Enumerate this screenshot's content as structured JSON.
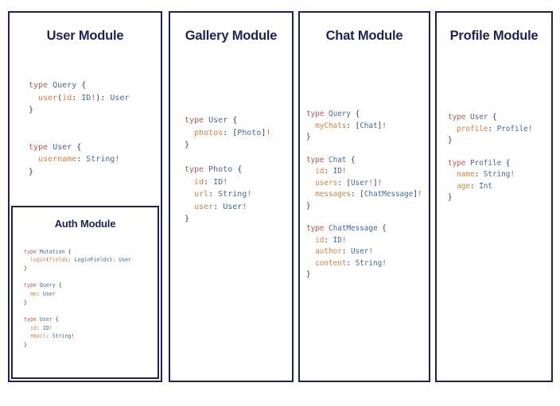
{
  "diagram": {
    "type": "graphql-schema-modules",
    "background": "#ffffff",
    "border_color": "#1f2158",
    "colors": {
      "keyword": "#c4564e",
      "type_name": "#4169b0",
      "field_name": "#e08139",
      "punctuation": "#3a3a46",
      "non_null": "#c4564e",
      "title": "#1f2158"
    }
  },
  "panels": [
    {
      "id": "user",
      "title": "User Module",
      "code_lines": [
        [
          {
            "t": "type",
            "c": "kw"
          },
          {
            "t": " ",
            "c": "punc"
          },
          {
            "t": "Query",
            "c": "type"
          },
          {
            "t": " {",
            "c": "punc"
          }
        ],
        [
          {
            "t": "  ",
            "c": "punc"
          },
          {
            "t": "user",
            "c": "field"
          },
          {
            "t": "(",
            "c": "punc"
          },
          {
            "t": "id",
            "c": "field"
          },
          {
            "t": ": ",
            "c": "punc"
          },
          {
            "t": "ID",
            "c": "type"
          },
          {
            "t": "!",
            "c": "bang"
          },
          {
            "t": "): ",
            "c": "punc"
          },
          {
            "t": "User",
            "c": "type"
          }
        ],
        [
          {
            "t": "}",
            "c": "punc"
          }
        ],
        [
          {
            "t": "",
            "c": "punc"
          }
        ],
        [
          {
            "t": "",
            "c": "punc"
          }
        ],
        [
          {
            "t": "type",
            "c": "kw"
          },
          {
            "t": " ",
            "c": "punc"
          },
          {
            "t": "User",
            "c": "type"
          },
          {
            "t": " {",
            "c": "punc"
          }
        ],
        [
          {
            "t": "  ",
            "c": "punc"
          },
          {
            "t": "username",
            "c": "field"
          },
          {
            "t": ": ",
            "c": "punc"
          },
          {
            "t": "String",
            "c": "type"
          },
          {
            "t": "!",
            "c": "bang"
          }
        ],
        [
          {
            "t": "}",
            "c": "punc"
          }
        ]
      ],
      "nested": {
        "id": "auth",
        "title": "Auth Module",
        "code_lines": [
          [
            {
              "t": "type",
              "c": "kw"
            },
            {
              "t": " ",
              "c": "punc"
            },
            {
              "t": "Mutation",
              "c": "type"
            },
            {
              "t": " {",
              "c": "punc"
            }
          ],
          [
            {
              "t": "  ",
              "c": "punc"
            },
            {
              "t": "login",
              "c": "field"
            },
            {
              "t": "(",
              "c": "punc"
            },
            {
              "t": "fields",
              "c": "field"
            },
            {
              "t": ": ",
              "c": "punc"
            },
            {
              "t": "LoginFields",
              "c": "type"
            },
            {
              "t": "): ",
              "c": "punc"
            },
            {
              "t": "User",
              "c": "type"
            }
          ],
          [
            {
              "t": "}",
              "c": "punc"
            }
          ],
          [
            {
              "t": "",
              "c": "punc"
            }
          ],
          [
            {
              "t": "type",
              "c": "kw"
            },
            {
              "t": " ",
              "c": "punc"
            },
            {
              "t": "Query",
              "c": "type"
            },
            {
              "t": " {",
              "c": "punc"
            }
          ],
          [
            {
              "t": "  ",
              "c": "punc"
            },
            {
              "t": "me",
              "c": "field"
            },
            {
              "t": ": ",
              "c": "punc"
            },
            {
              "t": "User",
              "c": "type"
            }
          ],
          [
            {
              "t": "}",
              "c": "punc"
            }
          ],
          [
            {
              "t": "",
              "c": "punc"
            }
          ],
          [
            {
              "t": "type",
              "c": "kw"
            },
            {
              "t": " ",
              "c": "punc"
            },
            {
              "t": "User",
              "c": "type"
            },
            {
              "t": " {",
              "c": "punc"
            }
          ],
          [
            {
              "t": "  ",
              "c": "punc"
            },
            {
              "t": "id",
              "c": "field"
            },
            {
              "t": ": ",
              "c": "punc"
            },
            {
              "t": "ID",
              "c": "type"
            },
            {
              "t": "!",
              "c": "bang"
            }
          ],
          [
            {
              "t": "  ",
              "c": "punc"
            },
            {
              "t": "email",
              "c": "field"
            },
            {
              "t": ": ",
              "c": "punc"
            },
            {
              "t": "String",
              "c": "type"
            },
            {
              "t": "!",
              "c": "bang"
            }
          ],
          [
            {
              "t": "}",
              "c": "punc"
            }
          ]
        ]
      }
    },
    {
      "id": "gallery",
      "title": "Gallery Module",
      "code_lines": [
        [
          {
            "t": "type",
            "c": "kw"
          },
          {
            "t": " ",
            "c": "punc"
          },
          {
            "t": "User",
            "c": "type"
          },
          {
            "t": " {",
            "c": "punc"
          }
        ],
        [
          {
            "t": "  ",
            "c": "punc"
          },
          {
            "t": "photos",
            "c": "field"
          },
          {
            "t": ": [",
            "c": "punc"
          },
          {
            "t": "Photo",
            "c": "type"
          },
          {
            "t": "]",
            "c": "punc"
          },
          {
            "t": "!",
            "c": "bang"
          }
        ],
        [
          {
            "t": "}",
            "c": "punc"
          }
        ],
        [
          {
            "t": "",
            "c": "punc"
          }
        ],
        [
          {
            "t": "type",
            "c": "kw"
          },
          {
            "t": " ",
            "c": "punc"
          },
          {
            "t": "Photo",
            "c": "type"
          },
          {
            "t": " {",
            "c": "punc"
          }
        ],
        [
          {
            "t": "  ",
            "c": "punc"
          },
          {
            "t": "id",
            "c": "field"
          },
          {
            "t": ": ",
            "c": "punc"
          },
          {
            "t": "ID",
            "c": "type"
          },
          {
            "t": "!",
            "c": "bang"
          }
        ],
        [
          {
            "t": "  ",
            "c": "punc"
          },
          {
            "t": "url",
            "c": "field"
          },
          {
            "t": ": ",
            "c": "punc"
          },
          {
            "t": "String",
            "c": "type"
          },
          {
            "t": "!",
            "c": "bang"
          }
        ],
        [
          {
            "t": "  ",
            "c": "punc"
          },
          {
            "t": "user",
            "c": "field"
          },
          {
            "t": ": ",
            "c": "punc"
          },
          {
            "t": "User",
            "c": "type"
          },
          {
            "t": "!",
            "c": "bang"
          }
        ],
        [
          {
            "t": "}",
            "c": "punc"
          }
        ]
      ]
    },
    {
      "id": "chat",
      "title": "Chat Module",
      "code_lines": [
        [
          {
            "t": "type",
            "c": "kw"
          },
          {
            "t": " ",
            "c": "punc"
          },
          {
            "t": "Query",
            "c": "type"
          },
          {
            "t": " {",
            "c": "punc"
          }
        ],
        [
          {
            "t": "  ",
            "c": "punc"
          },
          {
            "t": "myChats",
            "c": "field"
          },
          {
            "t": ": [",
            "c": "punc"
          },
          {
            "t": "Chat",
            "c": "type"
          },
          {
            "t": "]",
            "c": "punc"
          },
          {
            "t": "!",
            "c": "bang"
          }
        ],
        [
          {
            "t": "}",
            "c": "punc"
          }
        ],
        [
          {
            "t": "",
            "c": "punc"
          }
        ],
        [
          {
            "t": "type",
            "c": "kw"
          },
          {
            "t": " ",
            "c": "punc"
          },
          {
            "t": "Chat",
            "c": "type"
          },
          {
            "t": " {",
            "c": "punc"
          }
        ],
        [
          {
            "t": "  ",
            "c": "punc"
          },
          {
            "t": "id",
            "c": "field"
          },
          {
            "t": ": ",
            "c": "punc"
          },
          {
            "t": "ID",
            "c": "type"
          },
          {
            "t": "!",
            "c": "bang"
          }
        ],
        [
          {
            "t": "  ",
            "c": "punc"
          },
          {
            "t": "users",
            "c": "field"
          },
          {
            "t": ": [",
            "c": "punc"
          },
          {
            "t": "User",
            "c": "type"
          },
          {
            "t": "!",
            "c": "bang"
          },
          {
            "t": "]",
            "c": "punc"
          },
          {
            "t": "!",
            "c": "bang"
          }
        ],
        [
          {
            "t": "  ",
            "c": "punc"
          },
          {
            "t": "messages",
            "c": "field"
          },
          {
            "t": ": [",
            "c": "punc"
          },
          {
            "t": "ChatMessage",
            "c": "type"
          },
          {
            "t": "]",
            "c": "punc"
          },
          {
            "t": "!",
            "c": "bang"
          }
        ],
        [
          {
            "t": "}",
            "c": "punc"
          }
        ],
        [
          {
            "t": "",
            "c": "punc"
          }
        ],
        [
          {
            "t": "type",
            "c": "kw"
          },
          {
            "t": " ",
            "c": "punc"
          },
          {
            "t": "ChatMessage",
            "c": "type"
          },
          {
            "t": " {",
            "c": "punc"
          }
        ],
        [
          {
            "t": "  ",
            "c": "punc"
          },
          {
            "t": "id",
            "c": "field"
          },
          {
            "t": ": ",
            "c": "punc"
          },
          {
            "t": "ID",
            "c": "type"
          },
          {
            "t": "!",
            "c": "bang"
          }
        ],
        [
          {
            "t": "  ",
            "c": "punc"
          },
          {
            "t": "author",
            "c": "field"
          },
          {
            "t": ": ",
            "c": "punc"
          },
          {
            "t": "User",
            "c": "type"
          },
          {
            "t": "!",
            "c": "bang"
          }
        ],
        [
          {
            "t": "  ",
            "c": "punc"
          },
          {
            "t": "content",
            "c": "field"
          },
          {
            "t": ": ",
            "c": "punc"
          },
          {
            "t": "String",
            "c": "type"
          },
          {
            "t": "!",
            "c": "bang"
          }
        ],
        [
          {
            "t": "}",
            "c": "punc"
          }
        ]
      ]
    },
    {
      "id": "profile",
      "title": "Profile Module",
      "code_lines": [
        [
          {
            "t": "type",
            "c": "kw"
          },
          {
            "t": " ",
            "c": "punc"
          },
          {
            "t": "User",
            "c": "type"
          },
          {
            "t": " {",
            "c": "punc"
          }
        ],
        [
          {
            "t": "  ",
            "c": "punc"
          },
          {
            "t": "profile",
            "c": "field"
          },
          {
            "t": ": ",
            "c": "punc"
          },
          {
            "t": "Profile",
            "c": "type"
          },
          {
            "t": "!",
            "c": "bang"
          }
        ],
        [
          {
            "t": "}",
            "c": "punc"
          }
        ],
        [
          {
            "t": "",
            "c": "punc"
          }
        ],
        [
          {
            "t": "type",
            "c": "kw"
          },
          {
            "t": " ",
            "c": "punc"
          },
          {
            "t": "Profile",
            "c": "type"
          },
          {
            "t": " {",
            "c": "punc"
          }
        ],
        [
          {
            "t": "  ",
            "c": "punc"
          },
          {
            "t": "name",
            "c": "field"
          },
          {
            "t": ": ",
            "c": "punc"
          },
          {
            "t": "String",
            "c": "type"
          },
          {
            "t": "!",
            "c": "bang"
          }
        ],
        [
          {
            "t": "  ",
            "c": "punc"
          },
          {
            "t": "age",
            "c": "field"
          },
          {
            "t": ": ",
            "c": "punc"
          },
          {
            "t": "Int",
            "c": "type"
          }
        ],
        [
          {
            "t": "}",
            "c": "punc"
          }
        ]
      ]
    }
  ]
}
